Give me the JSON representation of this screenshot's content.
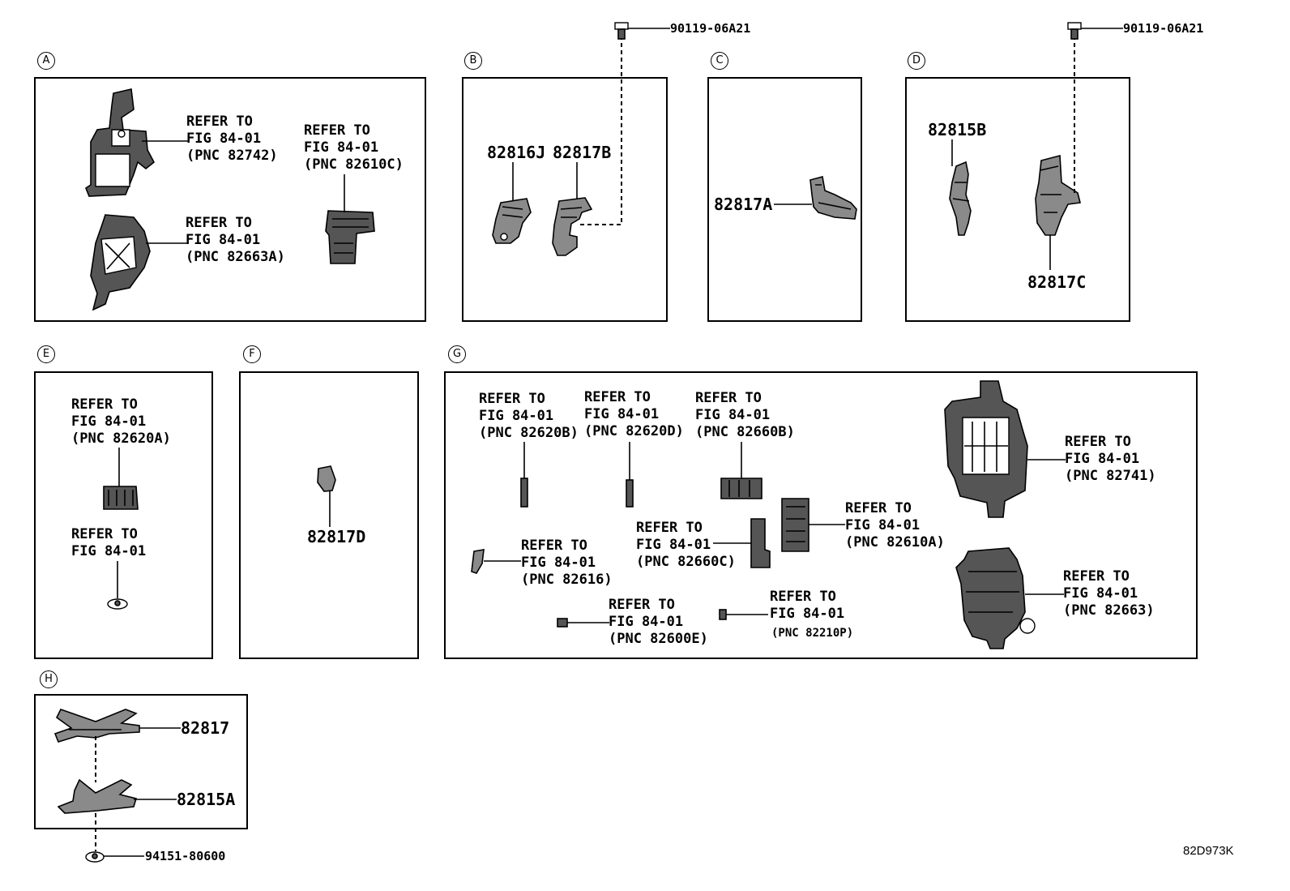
{
  "sections": {
    "a": "A",
    "b": "B",
    "c": "C",
    "d": "D",
    "e": "E",
    "f": "F",
    "g": "G",
    "h": "H"
  },
  "refer": {
    "a1": "REFER TO\nFIG 84-01\n(PNC 82742)",
    "a2": "REFER TO\nFIG 84-01\n(PNC 82610C)",
    "a3": "REFER TO\nFIG 84-01\n(PNC 82663A)",
    "e1": "REFER TO\nFIG 84-01\n(PNC 82620A)",
    "e2": "REFER TO\nFIG 84-01",
    "g1": "REFER TO\nFIG 84-01\n(PNC 82620B)",
    "g2": "REFER TO\nFIG 84-01\n(PNC 82620D)",
    "g3": "REFER TO\nFIG 84-01\n(PNC 82660B)",
    "g4": "REFER TO\nFIG 84-01\n(PNC 82741)",
    "g5": "REFER TO\nFIG 84-01\n(PNC 82610A)",
    "g6": "REFER TO\nFIG 84-01\n(PNC 82660C)",
    "g7": "REFER TO\nFIG 84-01\n(PNC 82616)",
    "g8": "REFER TO\nFIG 84-01\n(PNC 82663)",
    "g9": "REFER TO\nFIG 84-01\n(PNC 82600E)",
    "g10": "REFER TO\nFIG 84-01",
    "g10b": "(PNC 82210P)"
  },
  "parts": {
    "bolt_b": "90119-06A21",
    "bolt_d": "90119-06A21",
    "p82816J": "82816J",
    "p82817B": "82817B",
    "p82817A": "82817A",
    "p82815B": "82815B",
    "p82817C": "82817C",
    "p82817D": "82817D",
    "p82817": "82817",
    "p82815A": "82815A",
    "nut_h": "94151-80600"
  },
  "diagram_id": "82D973K"
}
